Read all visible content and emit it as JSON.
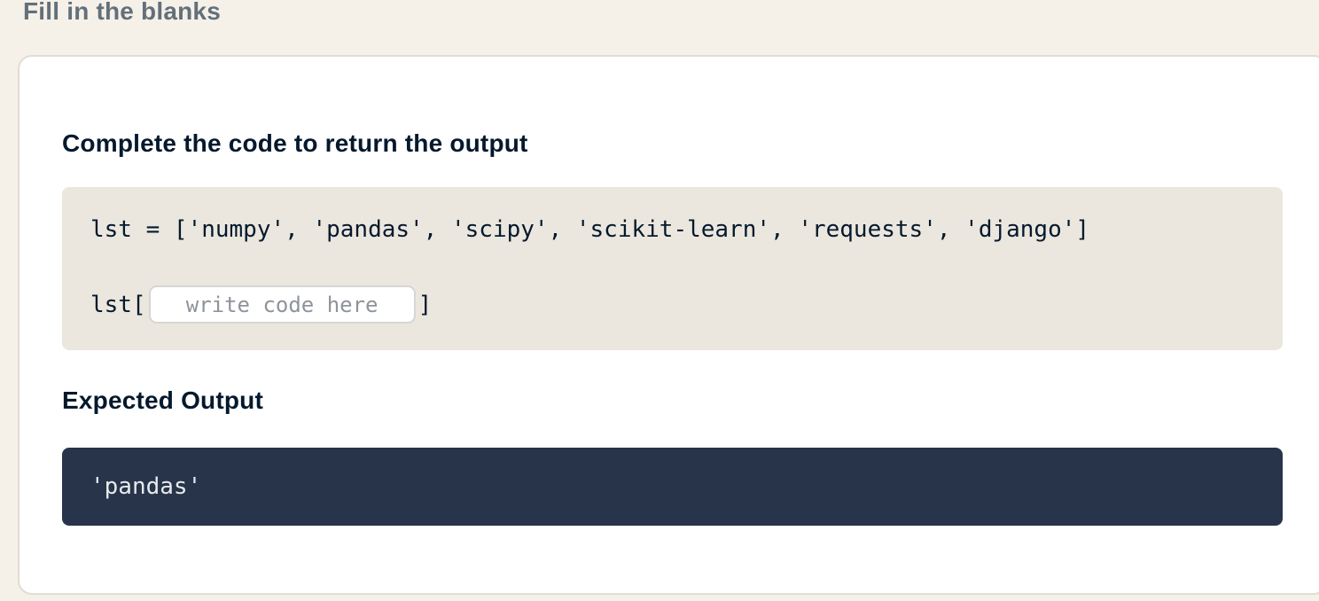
{
  "page": {
    "title": "Fill in the blanks"
  },
  "exercise": {
    "instruction": "Complete the code to return the output",
    "code": {
      "line1": "lst = ['numpy', 'pandas', 'scipy', 'scikit-learn', 'requests', 'django']",
      "line2_prefix": "lst[",
      "line2_suffix": "]",
      "blank": {
        "value": "",
        "placeholder": "write code here"
      }
    },
    "expected_output": {
      "label": "Expected Output",
      "value": "'pandas'"
    }
  },
  "colors": {
    "page_background": "#F5F1E9",
    "card_background": "#FFFFFF",
    "card_border": "#DFDDD4",
    "heading_muted": "#63707A",
    "heading_dark": "#05192D",
    "code_block_background": "#EBE7DE",
    "code_text": "#05192D",
    "input_border": "#D7D6D2",
    "input_placeholder": "#8E949B",
    "output_block_background": "#273449",
    "output_text": "#E7EAEE"
  }
}
